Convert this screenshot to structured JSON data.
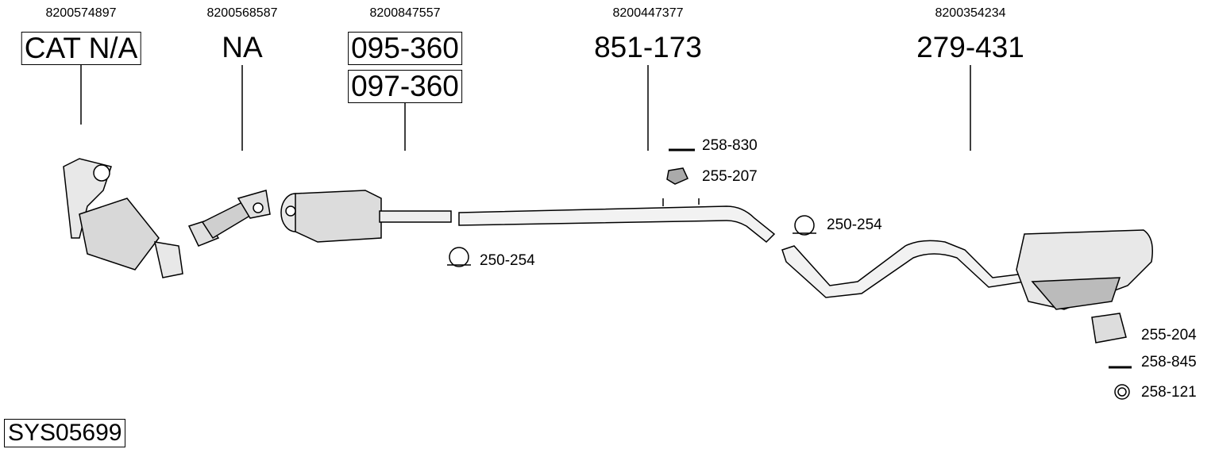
{
  "system_id": "SYS05699",
  "parts": [
    {
      "oe": "8200574897",
      "code": "CAT N/A",
      "boxed": true
    },
    {
      "oe": "8200568587",
      "code": "NA",
      "boxed": false
    },
    {
      "oe": "8200847557",
      "code": "095-360",
      "code_alt": "097-360",
      "boxed": true
    },
    {
      "oe": "8200447377",
      "code": "851-173",
      "boxed": false
    },
    {
      "oe": "8200354234",
      "code": "279-431",
      "boxed": false
    }
  ],
  "accessories": [
    {
      "code": "258-830",
      "icon": "bolt-icon"
    },
    {
      "code": "255-207",
      "icon": "rubber-mount-icon"
    },
    {
      "code": "250-254",
      "icon": "clamp-icon"
    },
    {
      "code": "250-254",
      "icon": "clamp-icon"
    },
    {
      "code": "255-204",
      "icon": "bracket-icon"
    },
    {
      "code": "258-845",
      "icon": "bolt-icon"
    },
    {
      "code": "258-121",
      "icon": "ring-gasket-icon"
    }
  ]
}
